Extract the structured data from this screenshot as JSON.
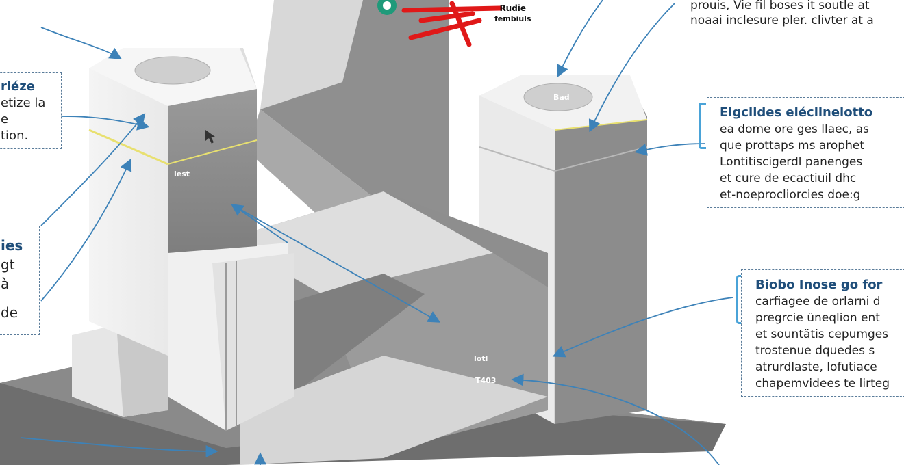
{
  "logo": {
    "line1": "Rudie",
    "line2": "fembiuls"
  },
  "left_callouts": [
    {
      "head": "riéze",
      "lines": [
        "etize la",
        "e",
        "tion."
      ]
    },
    {
      "head": "ies",
      "lines": [
        "gt",
        "à",
        "",
        "de"
      ]
    }
  ],
  "right_callouts": [
    {
      "head": "",
      "lines": [
        "prouis, Vie fil boses it soutle at",
        "noaai inclesure pler. clivter at a"
      ]
    },
    {
      "head": "Elgciides eléclinelotto",
      "lines": [
        "ea dome ore ges llaec, as",
        "que prottaps ms arophet",
        "Lontitiscigerdl panenges",
        "et cure de ecactiuil dhc",
        "et-noeprocliorcies doe:g"
      ]
    },
    {
      "head": "Biobo Inose go for",
      "lines": [
        "carfiagee de orlarni d",
        "pregrcie üneqlion ent",
        "et sountätis cepumges",
        "trostenue dquedes s",
        "atrurdlaste, lofutiace",
        "chapemvidees te lirteg"
      ]
    }
  ],
  "model_labels": [
    "lest",
    "Bad",
    "lotl",
    "T403"
  ],
  "colors": {
    "accent_blue": "#3d82b8",
    "light_face": "#ececec",
    "mid_face": "#d4d4d4",
    "dark_face": "#8c8c8c",
    "base": "#6e6e6e",
    "yellow_line": "#e8e070",
    "logo_red": "#e01818",
    "logo_green": "#1f9a7a"
  }
}
